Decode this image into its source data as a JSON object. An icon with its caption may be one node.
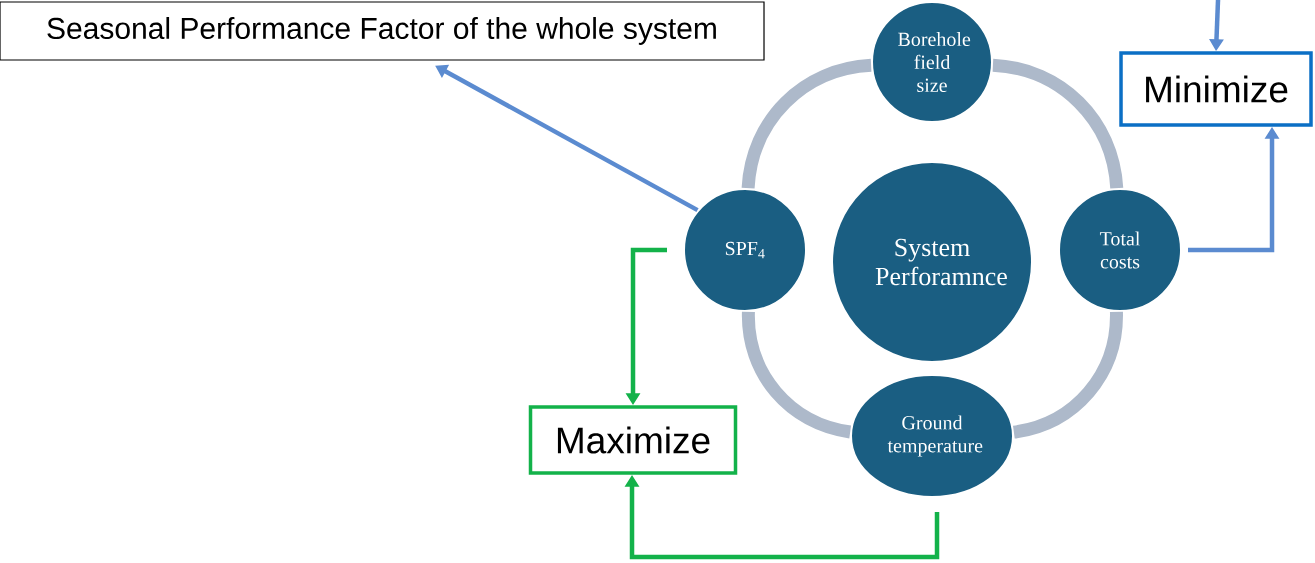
{
  "diagram": {
    "nodes": [
      {
        "text": [
          "Seasonal Performance Factor of the whole system"
        ]
      },
      {
        "text": [
          "Borehole field size"
        ]
      },
      {
        "text": [
          "System Perforamnce"
        ]
      },
      {
        "text": [
          "SPF$_{4}$"
        ]
      },
      {
        "text": [
          "Total costs"
        ]
      },
      {
        "text": [
          "Ground temperature"
        ]
      },
      {
        "text": [
          "Minimize"
        ]
      },
      {
        "text": [
          "Maximize"
        ]
      }
    ],
    "edges": [
      {
        "from": 3,
        "to": 0,
        "arrow": "to",
        "color": "#5b8bd0"
      },
      {
        "from": null,
        "to": 6,
        "arrow": "to",
        "color": "#5b8bd0"
      },
      {
        "from": 4,
        "to": 6,
        "arrow": "to",
        "color": "#5b8bd0"
      },
      {
        "from": 3,
        "to": 7,
        "arrow": "to",
        "color": "#13b24a"
      },
      {
        "from": 5,
        "to": 7,
        "arrow": "to",
        "color": "#13b24a"
      },
      {
        "from": 1,
        "to": 4,
        "arrow": "none",
        "style": "thick",
        "color": "#adb9ca"
      },
      {
        "from": 4,
        "to": 5,
        "arrow": "none",
        "style": "thick",
        "color": "#adb9ca"
      },
      {
        "from": 5,
        "to": 3,
        "arrow": "none",
        "style": "thick",
        "color": "#adb9ca"
      },
      {
        "from": 3,
        "to": 1,
        "arrow": "none",
        "style": "thick",
        "color": "#adb9ca"
      }
    ]
  }
}
